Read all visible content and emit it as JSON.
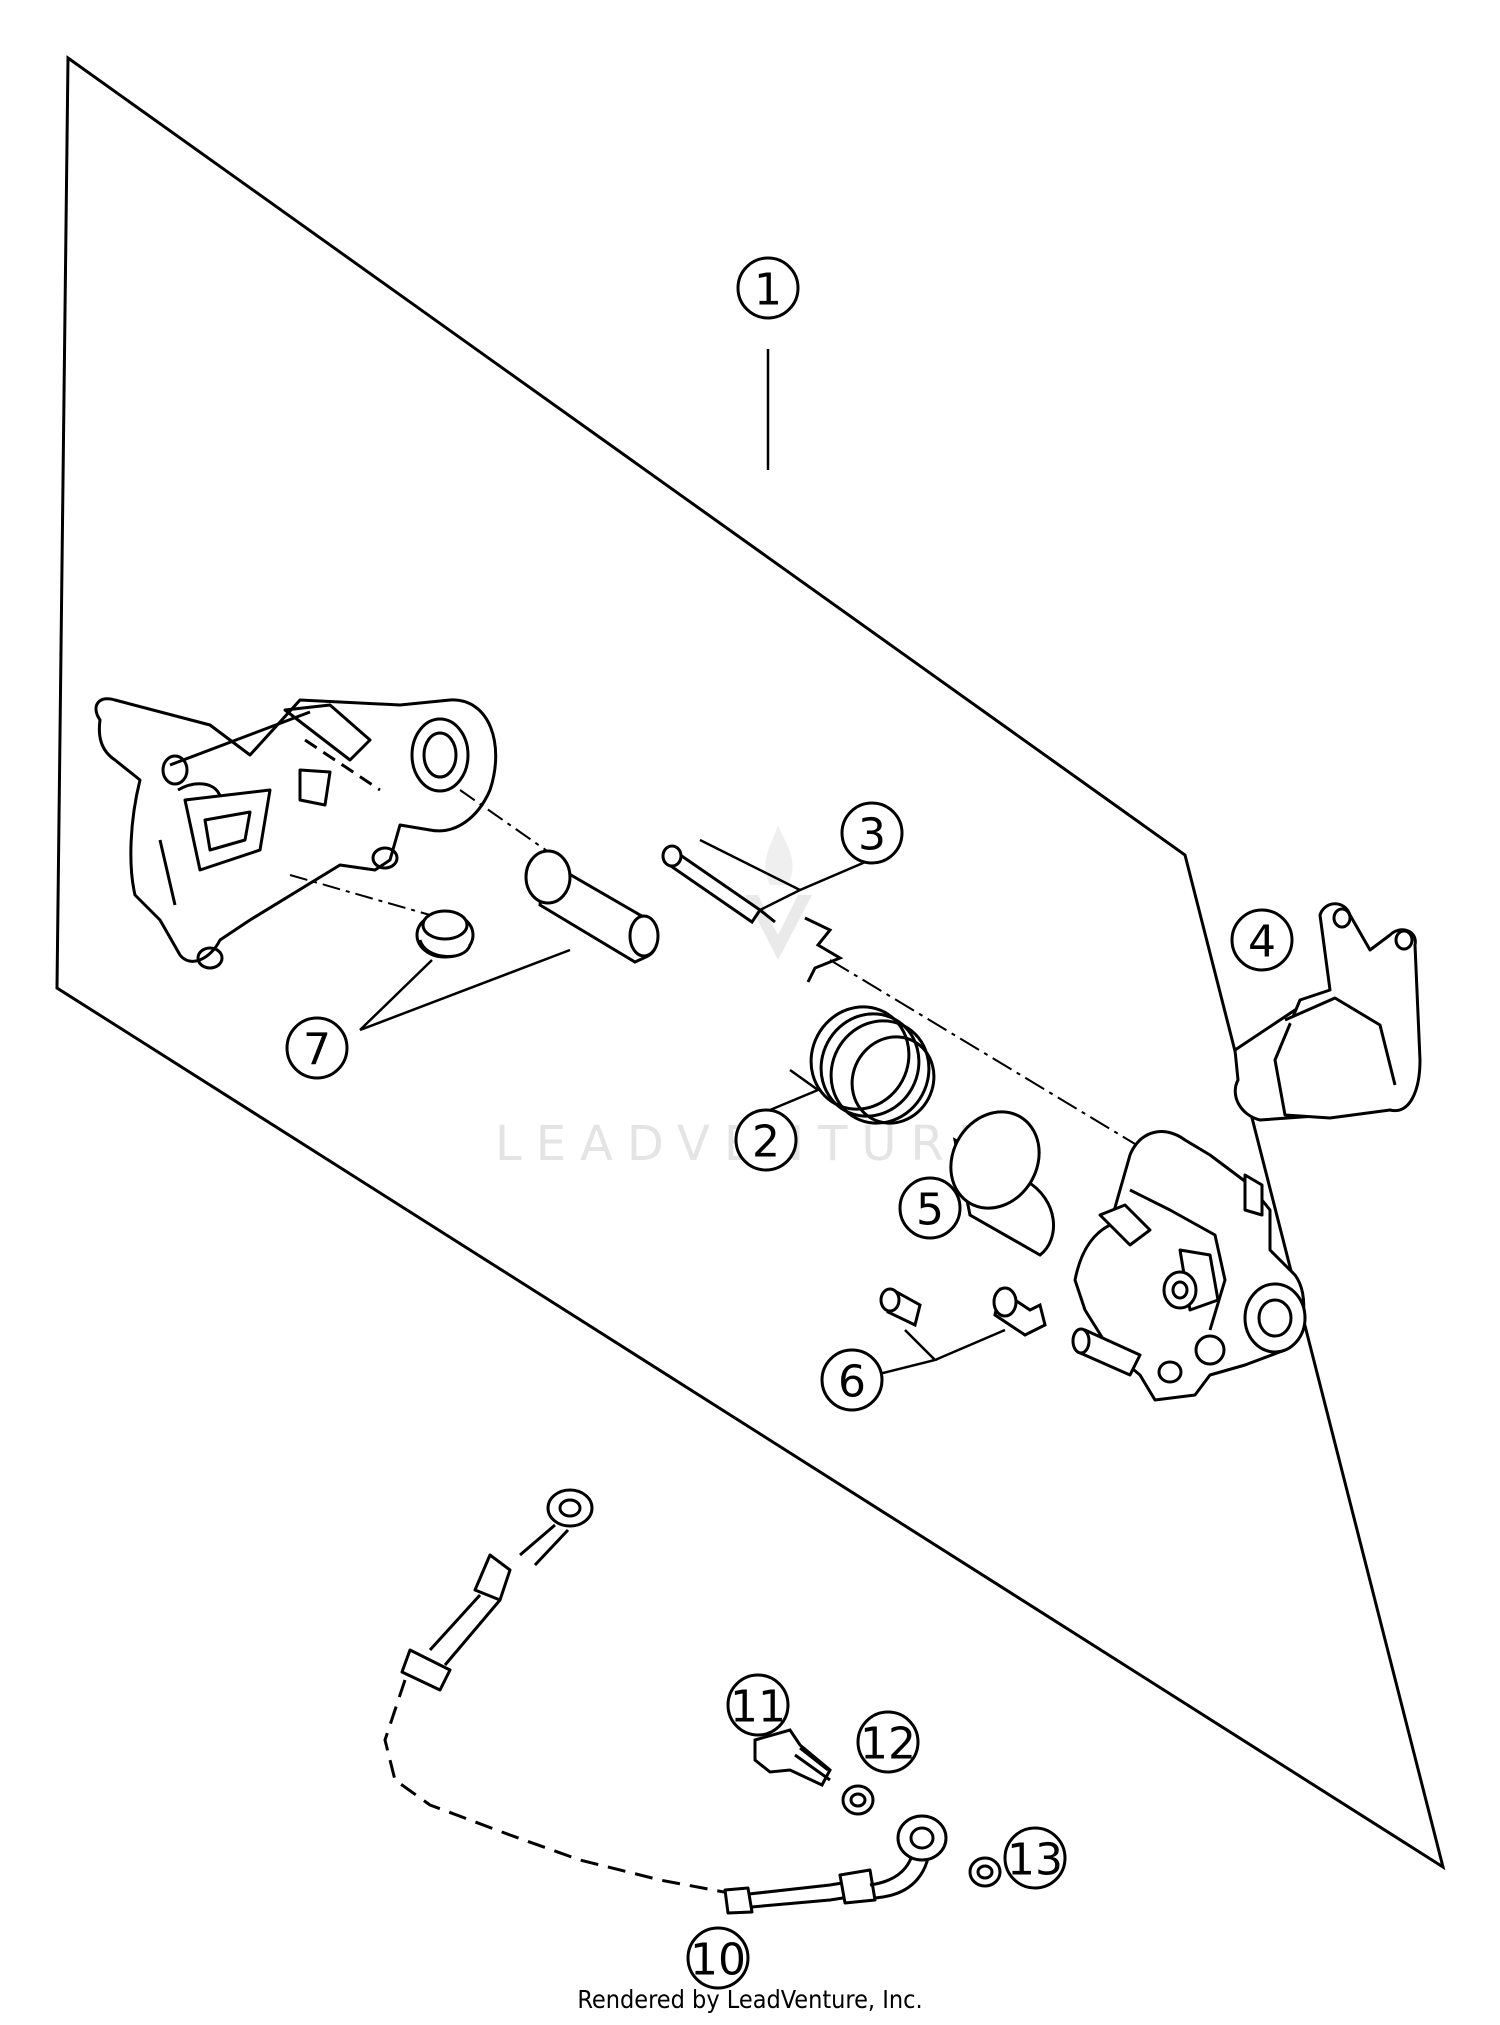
{
  "diagram": {
    "callouts": [
      {
        "id": "1",
        "label": "1"
      },
      {
        "id": "2",
        "label": "2"
      },
      {
        "id": "3",
        "label": "3"
      },
      {
        "id": "4",
        "label": "4"
      },
      {
        "id": "5",
        "label": "5"
      },
      {
        "id": "6",
        "label": "6"
      },
      {
        "id": "7",
        "label": "7"
      },
      {
        "id": "10",
        "label": "10"
      },
      {
        "id": "11",
        "label": "11"
      },
      {
        "id": "12",
        "label": "12"
      },
      {
        "id": "13",
        "label": "13"
      }
    ],
    "watermark": "LEADVENTURE",
    "credit": "Rendered by LeadVenture, Inc."
  }
}
